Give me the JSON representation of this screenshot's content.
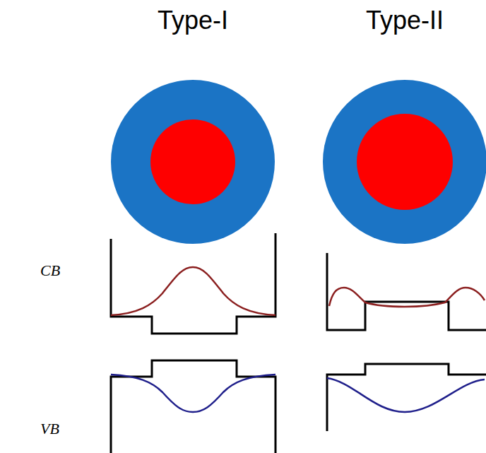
{
  "diagram": {
    "labels": [
      "Type-I",
      "Type-II",
      "CB",
      "VB"
    ]
  }
}
